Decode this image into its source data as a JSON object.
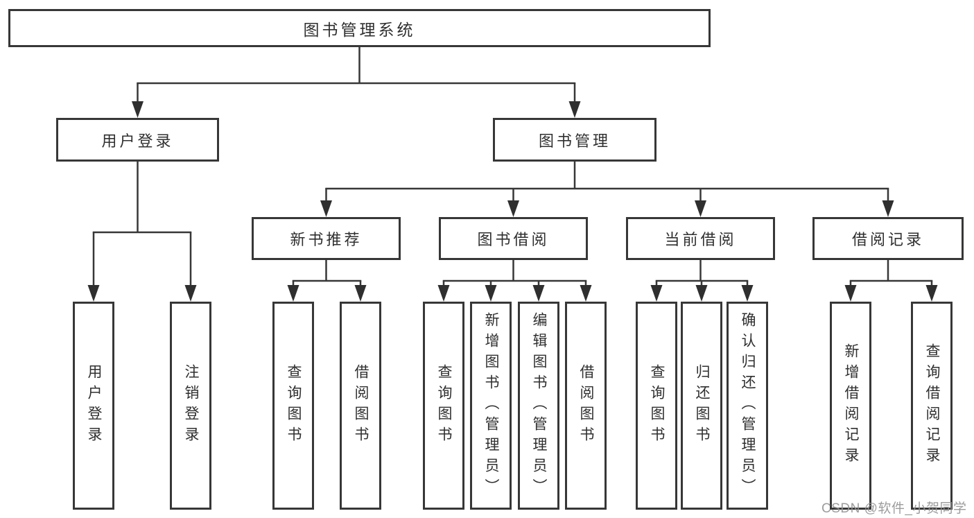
{
  "diagram": {
    "root": {
      "label": "图书管理系统"
    },
    "level2": [
      {
        "label": "用户登录"
      },
      {
        "label": "图书管理"
      }
    ],
    "level3": [
      {
        "label": "新书推荐"
      },
      {
        "label": "图书借阅"
      },
      {
        "label": "当前借阅"
      },
      {
        "label": "借阅记录"
      }
    ],
    "leaves": {
      "user_login": [
        "用户登录",
        "注销登录"
      ],
      "new_book": [
        "查询图书",
        "借阅图书"
      ],
      "book_borrowing": [
        "查询图书",
        "新增图书（管理员）",
        "编辑图书（管理员）",
        "借阅图书"
      ],
      "current_borrowing": [
        "查询图书",
        "归还图书",
        "确认归还（管理员）"
      ],
      "borrowing_records": [
        "新增借阅记录",
        "查询借阅记录"
      ]
    }
  },
  "watermark": {
    "text": "CSDN @软件_小贺同学"
  },
  "colors": {
    "line": "#373737",
    "arrowhead": "#2f2f2f",
    "text": "#2f2f2f",
    "background": "#ffffff",
    "watermark": "#949494"
  }
}
